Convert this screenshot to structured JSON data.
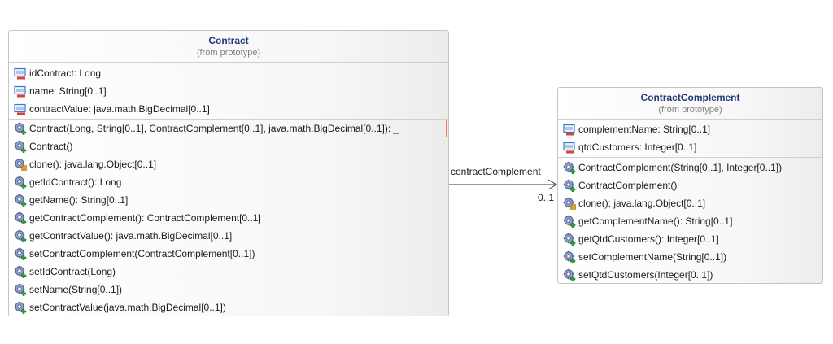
{
  "diagram": {
    "classes": {
      "contract": {
        "name": "Contract",
        "stereotype": "(from prototype)",
        "attributes": [
          {
            "icon": "attribute-icon",
            "text": "idContract: Long"
          },
          {
            "icon": "attribute-icon",
            "text": "name: String[0..1]"
          },
          {
            "icon": "attribute-icon",
            "text": "contractValue: java.math.BigDecimal[0..1]"
          }
        ],
        "operations": [
          {
            "icon": "operation-icon",
            "text": "Contract(Long, String[0..1], ContractComplement[0..1], java.math.BigDecimal[0..1]): _",
            "selected": true
          },
          {
            "icon": "operation-icon",
            "text": "Contract()"
          },
          {
            "icon": "protected-operation-icon",
            "text": "clone(): java.lang.Object[0..1]"
          },
          {
            "icon": "operation-icon",
            "text": "getIdContract(): Long"
          },
          {
            "icon": "operation-icon",
            "text": "getName(): String[0..1]"
          },
          {
            "icon": "operation-icon",
            "text": "getContractComplement(): ContractComplement[0..1]"
          },
          {
            "icon": "operation-icon",
            "text": "getContractValue(): java.math.BigDecimal[0..1]"
          },
          {
            "icon": "operation-icon",
            "text": "setContractComplement(ContractComplement[0..1])"
          },
          {
            "icon": "operation-icon",
            "text": "setIdContract(Long)"
          },
          {
            "icon": "operation-icon",
            "text": "setName(String[0..1])"
          },
          {
            "icon": "operation-icon",
            "text": "setContractValue(java.math.BigDecimal[0..1])"
          }
        ]
      },
      "complement": {
        "name": "ContractComplement",
        "stereotype": "(from prototype)",
        "attributes": [
          {
            "icon": "attribute-icon",
            "text": "complementName: String[0..1]"
          },
          {
            "icon": "attribute-icon",
            "text": "qtdCustomers: Integer[0..1]"
          }
        ],
        "operations": [
          {
            "icon": "operation-icon",
            "text": "ContractComplement(String[0..1], Integer[0..1])"
          },
          {
            "icon": "operation-icon",
            "text": "ContractComplement()"
          },
          {
            "icon": "protected-operation-icon",
            "text": "clone(): java.lang.Object[0..1]"
          },
          {
            "icon": "operation-icon",
            "text": "getComplementName(): String[0..1]"
          },
          {
            "icon": "operation-icon",
            "text": "getQtdCustomers(): Integer[0..1]"
          },
          {
            "icon": "operation-icon",
            "text": "setComplementName(String[0..1])"
          },
          {
            "icon": "operation-icon",
            "text": "setQtdCustomers(Integer[0..1])"
          }
        ]
      }
    },
    "association": {
      "role": "contractComplement",
      "multiplicity": "0..1"
    }
  },
  "colors": {
    "class_name": "#1f3b78",
    "stereotype": "#808080",
    "selection_border": "#e4805a",
    "attribute_icon": "#3a78c9",
    "private_marker": "#d9413a",
    "operation_icon": "#4a5d8c",
    "public_marker": "#2e9e3e",
    "protected_marker": "#e0a020"
  }
}
